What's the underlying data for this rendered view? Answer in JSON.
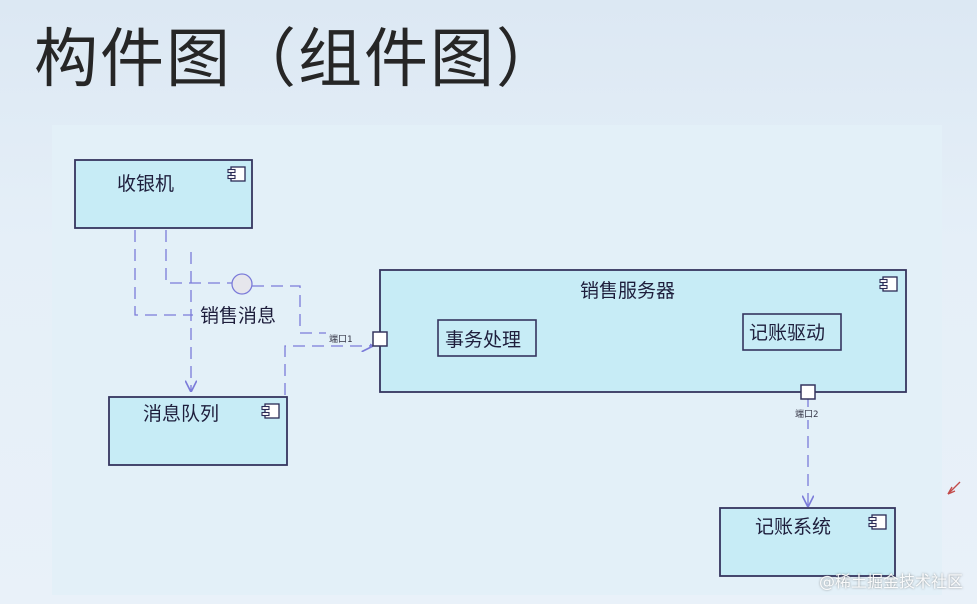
{
  "title": "构件图（组件图）",
  "components": {
    "cashier": "收银机",
    "queue": "消息队列",
    "server": "销售服务器",
    "transaction": "事务处理",
    "bookkeeping_driver": "记账驱动",
    "bookkeeping_system": "记账系统"
  },
  "interface_label": "销售消息",
  "ports": {
    "port1": "端口1",
    "port2": "端口2"
  },
  "watermark": "@稀土掘金技术社区",
  "colors": {
    "component_fill": "#c7ecf6",
    "component_stroke": "#35355f",
    "dashed_line": "#7b7bd9",
    "background": "#e3f0f8"
  }
}
